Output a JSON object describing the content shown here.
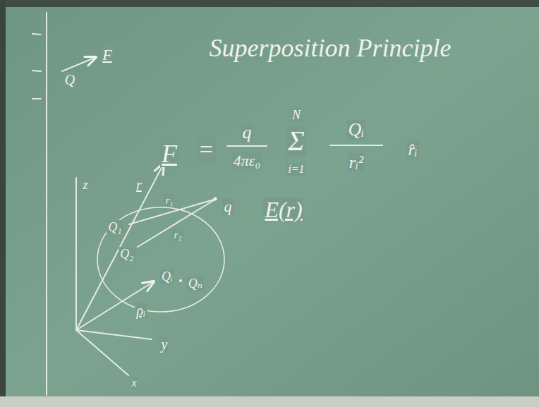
{
  "diagram": {
    "title": "Superposition Principle",
    "labels": [
      "Q",
      "F",
      "F",
      "=",
      "q",
      "4πε₀",
      "N",
      "Σ",
      "i=1",
      "Qᵢ",
      "rᵢ²",
      "r̂ᵢ",
      "z",
      "r",
      "q",
      "E(r)",
      "r₁",
      "r₂",
      "Q₁",
      "Q₂",
      "Qᵢ",
      "Qₙ",
      "ρᵢ",
      "y",
      "x"
    ]
  }
}
